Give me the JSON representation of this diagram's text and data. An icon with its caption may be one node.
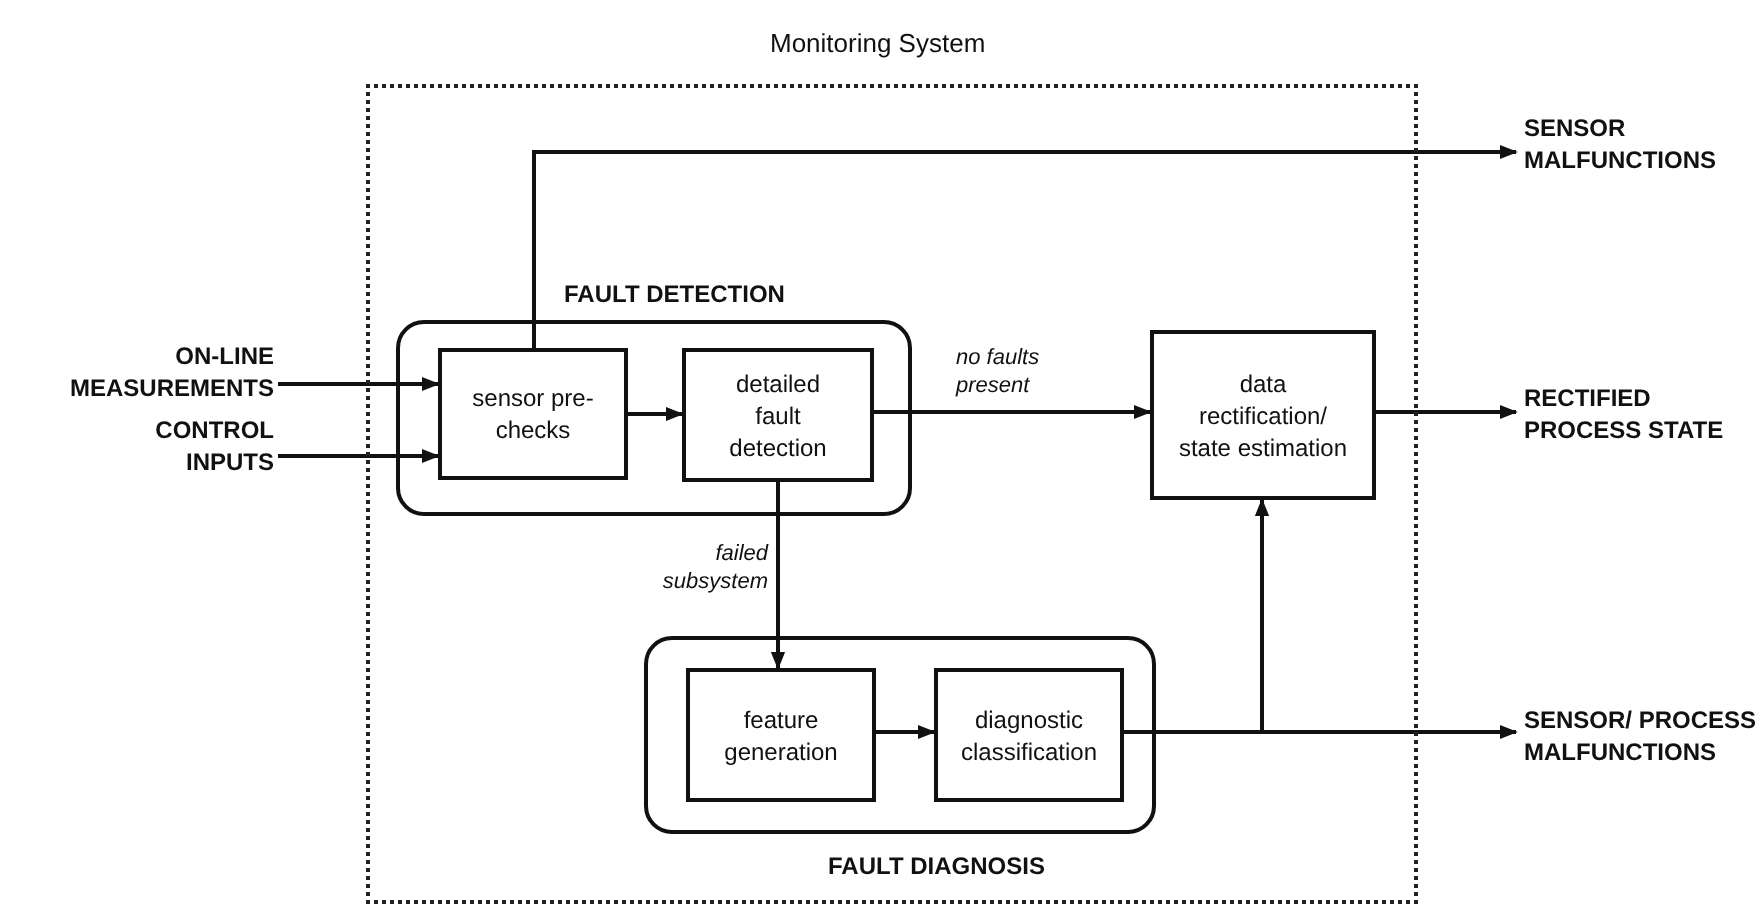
{
  "diagram": {
    "nodes": [
      {
        "text": [
          "Monitoring System"
        ]
      },
      {
        "text": [
          "FAULT DETECTION"
        ],
        "in": 0
      },
      {
        "text": [
          "sensor pre-checks"
        ],
        "in": 1
      },
      {
        "text": [
          "detailed fault detection"
        ],
        "in": 1
      },
      {
        "text": [
          "FAULT DIAGNOSIS"
        ],
        "in": 0
      },
      {
        "text": [
          "feature generation"
        ],
        "in": 4
      },
      {
        "text": [
          "diagnostic classification"
        ],
        "in": 4
      },
      {
        "text": [
          "data rectification/ state estimation"
        ],
        "in": 0
      },
      {
        "text": [
          "ON-LINE MEASUREMENTS"
        ]
      },
      {
        "text": [
          "CONTROL INPUTS"
        ]
      },
      {
        "text": [
          "SENSOR MALFUNCTIONS"
        ]
      },
      {
        "text": [
          "RECTIFIED PROCESS STATE"
        ]
      },
      {
        "text": [
          "SENSOR/ PROCESS MALFUNCTIONS"
        ]
      }
    ],
    "edges": [
      {
        "from": 8,
        "to": 2,
        "arrow": "to"
      },
      {
        "from": 9,
        "to": 2,
        "arrow": "to"
      },
      {
        "from": 2,
        "to": 3,
        "arrow": "to"
      },
      {
        "from": 2,
        "to": 10,
        "arrow": "to"
      },
      {
        "from": 3,
        "to": 7,
        "arrow": "to",
        "label": "no faults present"
      },
      {
        "from": 3,
        "to": 5,
        "arrow": "to",
        "label": "failed subsystem"
      },
      {
        "from": 5,
        "to": 6,
        "arrow": "to"
      },
      {
        "from": 6,
        "to": 12,
        "arrow": "to"
      },
      {
        "from": 6,
        "to": 7,
        "arrow": "to"
      },
      {
        "from": 7,
        "to": 11,
        "arrow": "to"
      }
    ]
  }
}
